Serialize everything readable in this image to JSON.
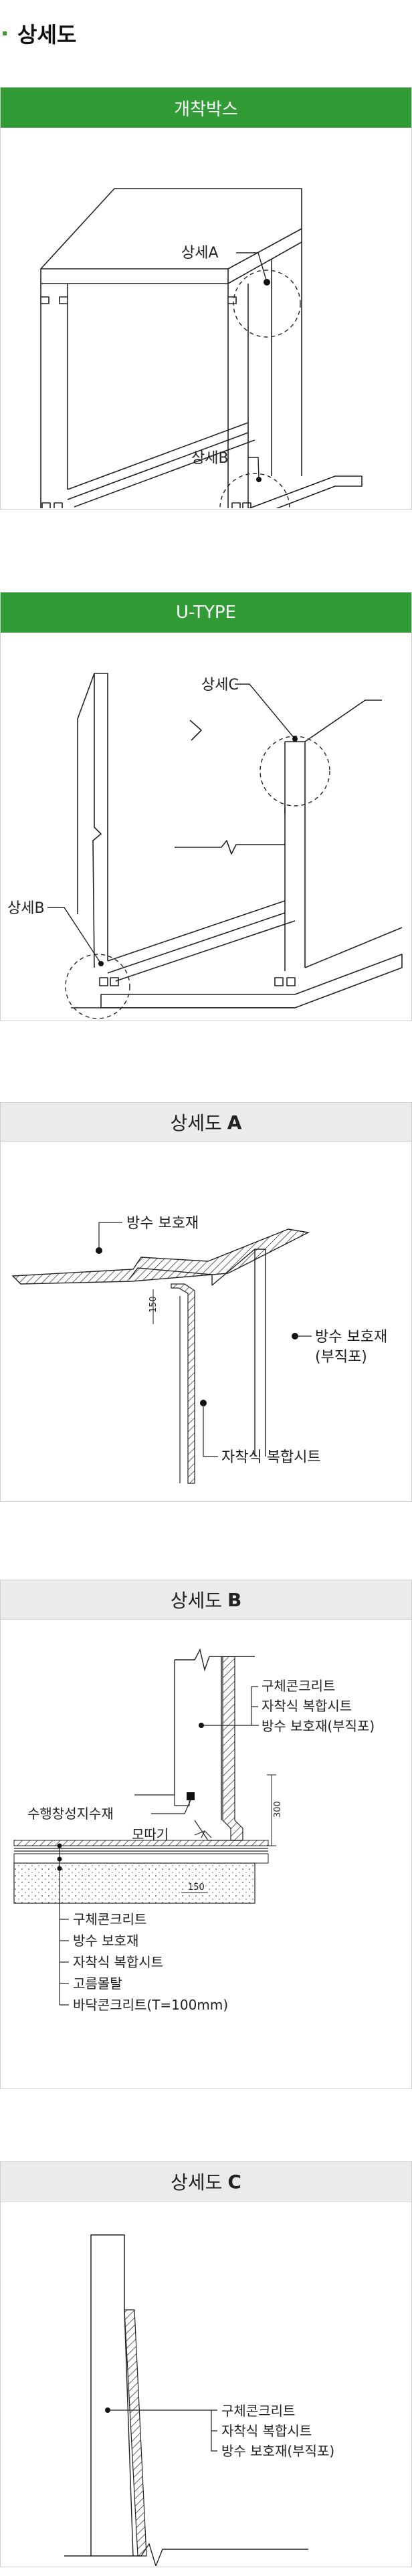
{
  "page": {
    "title": "상세도"
  },
  "box_culvert": {
    "header": "개착박스",
    "label_a": "상세A",
    "label_b": "상세B"
  },
  "u_type": {
    "header": "U-TYPE",
    "label_c": "상세C",
    "label_b": "상세B"
  },
  "detail_a": {
    "header_text": "상세도",
    "header_letter": "A",
    "label_top": "방수 보호재",
    "label_right_1": "방수 보호재",
    "label_right_2": "(부직포)",
    "label_bottom": "자착식 복합시트",
    "dim_150": "150"
  },
  "detail_b": {
    "header_text": "상세도",
    "header_letter": "B",
    "right_labels": [
      "구체콘크리트",
      "자착식 복합시트",
      "방수 보호재(부직포)"
    ],
    "left_label_1": "수행창성지수재",
    "left_label_2": "모따기",
    "dim_300": "300",
    "dim_150": "150",
    "bottom_labels": [
      "구체콘크리트",
      "방수 보호재",
      "자착식 복합시트",
      "고름몰탈",
      "바닥콘크리트(T=100mm)"
    ]
  },
  "detail_c": {
    "header_text": "상세도",
    "header_letter": "C",
    "right_labels": [
      "구체콘크리트",
      "자착식 복합시트",
      "방수 보호재(부직포)"
    ]
  }
}
